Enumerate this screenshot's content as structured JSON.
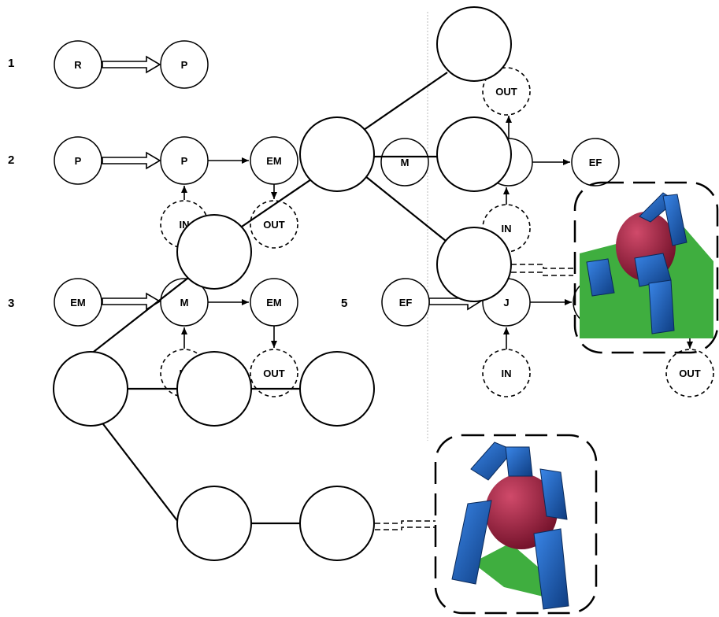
{
  "rows": {
    "row1": "1",
    "row2": "2",
    "row3": "3",
    "row5": "5"
  },
  "rule1": {
    "lhs": "R",
    "rhs": "P"
  },
  "rule2": {
    "lhs": "P",
    "p": "P",
    "em": "EM",
    "in": "IN",
    "out": "OUT"
  },
  "rule3": {
    "lhs": "EM",
    "m": "M",
    "em": "EM",
    "in": "IN",
    "out": "OUT"
  },
  "rule4": {
    "m": "M",
    "ef": "EF",
    "in": "IN",
    "out": "OUT"
  },
  "rule5": {
    "lhs": "EF",
    "j": "J",
    "in": "IN",
    "out": "OUT"
  },
  "colors": {
    "robot_body": "#a0183c",
    "robot_limb": "#1e66c8",
    "ground": "#3fae3f"
  }
}
